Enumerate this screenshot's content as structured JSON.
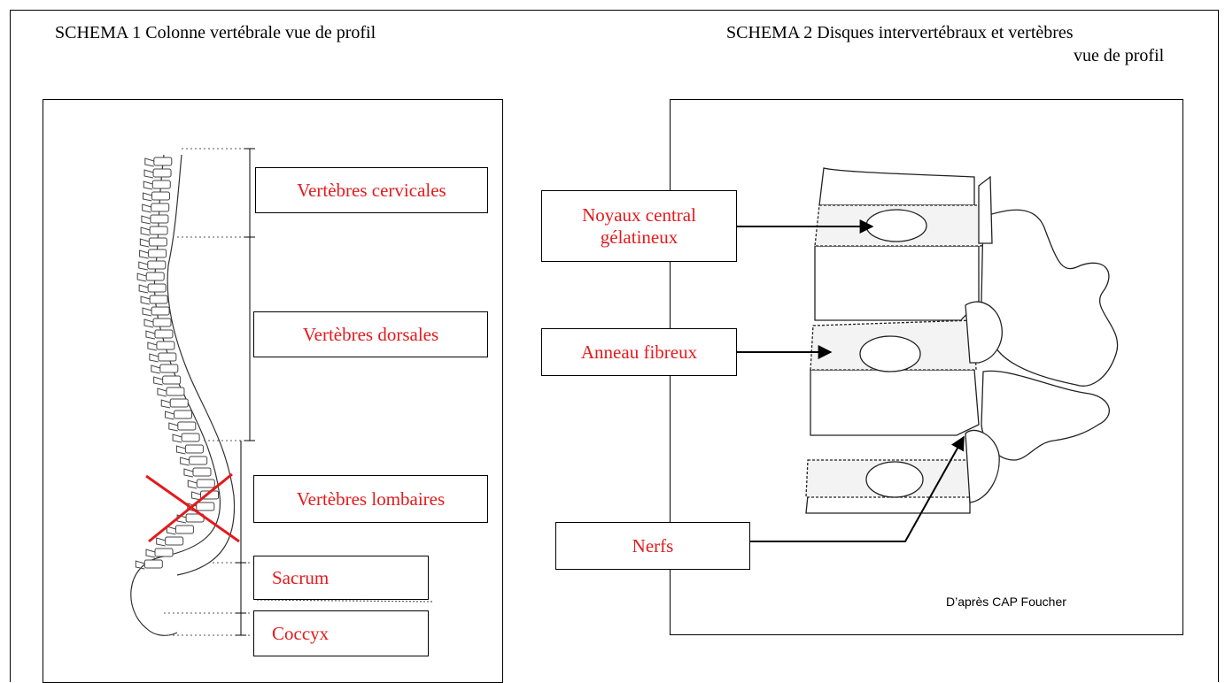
{
  "schema1": {
    "title": "SCHEMA 1 Colonne vertébrale vue de profil",
    "labels": {
      "cervicales": "Vertèbres cervicales",
      "dorsales": "Vertèbres dorsales",
      "lombaires": "Vertèbres lombaires",
      "sacrum": "Sacrum",
      "coccyx": "Coccyx"
    }
  },
  "schema2": {
    "title_line1": "SCHEMA 2   Disques intervertébraux et vertèbres",
    "title_line2": "vue de profil",
    "labels": {
      "noyau": "Noyaux central gélatineux",
      "anneau": "Anneau fibreux",
      "nerfs": "Nerfs"
    },
    "credit": "D’après CAP Foucher"
  },
  "colors": {
    "label_text": "#e31a1c",
    "cross": "#e31a1c",
    "border": "#000000"
  }
}
